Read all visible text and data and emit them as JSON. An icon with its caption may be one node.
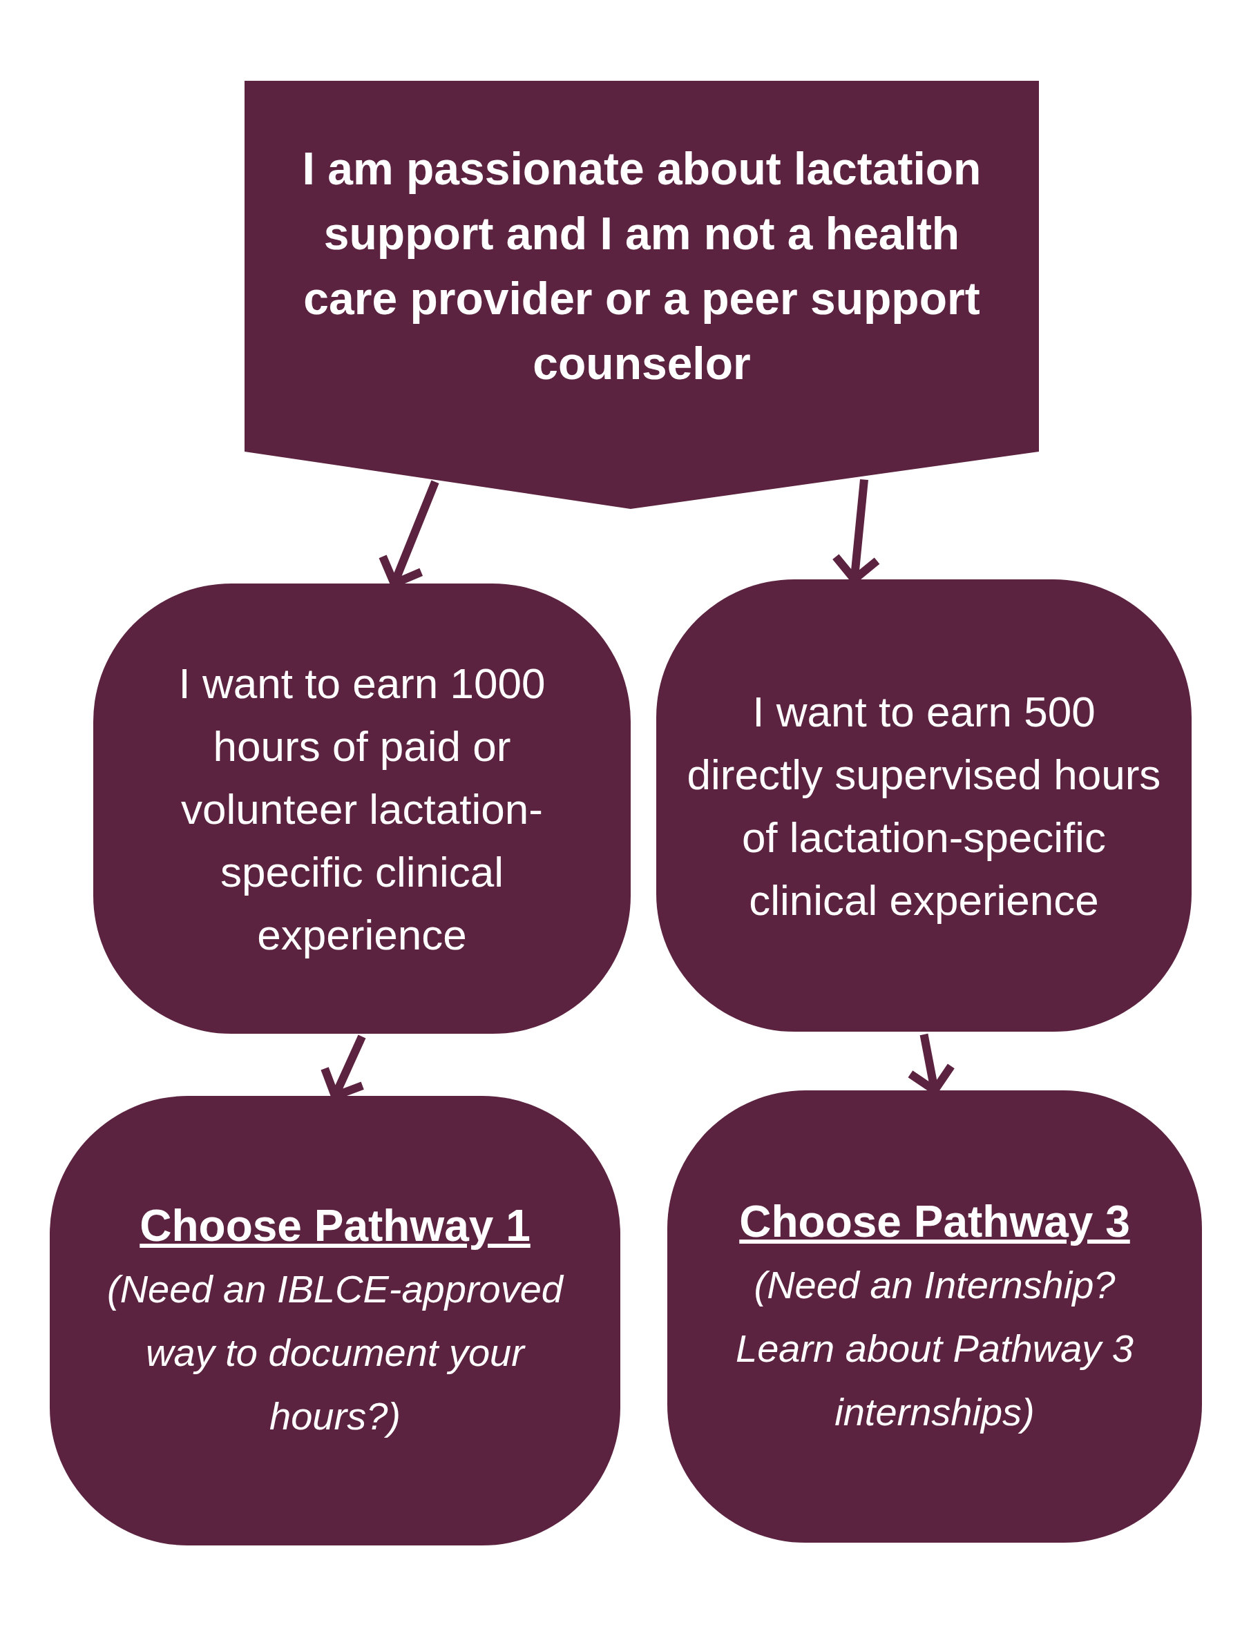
{
  "diagram": {
    "nodes": [
      {
        "text": [
          "I am passionate about lactation support and I am  not a health care provider or a peer support counselor"
        ]
      },
      {
        "text": [
          "I want to earn 1000 hours of paid or volunteer lactation-specific clinical experience"
        ]
      },
      {
        "text": [
          "I want to earn 500 directly supervised hours of lactation-specific clinical experience"
        ]
      },
      {
        "text": [
          "Choose Pathway 1",
          "(Need an IBLCE-approved way to document your hours?)"
        ]
      },
      {
        "text": [
          "Choose Pathway 3",
          "(Need an Internship? Learn about Pathway 3 internships)"
        ]
      }
    ],
    "edges": [
      {
        "from": 0,
        "to": 1,
        "arrow": "to"
      },
      {
        "from": 0,
        "to": 2,
        "arrow": "to"
      },
      {
        "from": 1,
        "to": 3,
        "arrow": "to"
      },
      {
        "from": 2,
        "to": 4,
        "arrow": "to"
      }
    ]
  }
}
